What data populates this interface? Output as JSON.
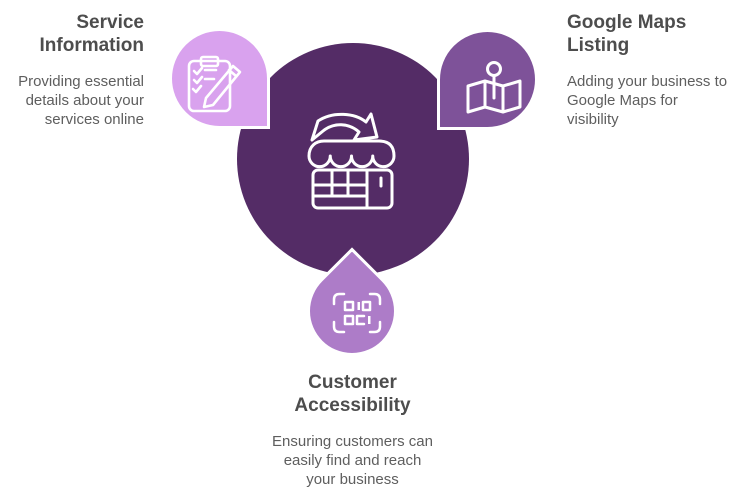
{
  "diagram": {
    "background": "#ffffff",
    "text_colors": {
      "heading": "#4d4d4d",
      "body": "#5e5e5e"
    },
    "center": {
      "id": "business-storefront-hub",
      "icon": "storefront-transfer-arrow-icon",
      "color": "#542c66"
    },
    "nodes": [
      {
        "id": "service-information",
        "position": "top-left",
        "icon": "clipboard-checklist-pencil-icon",
        "color": "#d9a2ee",
        "heading": "Service\nInformation",
        "description": "Providing essential\ndetails about your\nservices online"
      },
      {
        "id": "google-maps-listing",
        "position": "top-right",
        "icon": "map-location-pin-icon",
        "color": "#7e5299",
        "heading": "Google Maps\nListing",
        "description": "Adding your business to\nGoogle Maps for\nvisibility"
      },
      {
        "id": "customer-accessibility",
        "position": "bottom",
        "icon": "qr-code-icon",
        "color": "#ad7cc8",
        "heading": "Customer\nAccessibility",
        "description": "Ensuring customers can\neasily find and reach\nyour business"
      }
    ]
  }
}
